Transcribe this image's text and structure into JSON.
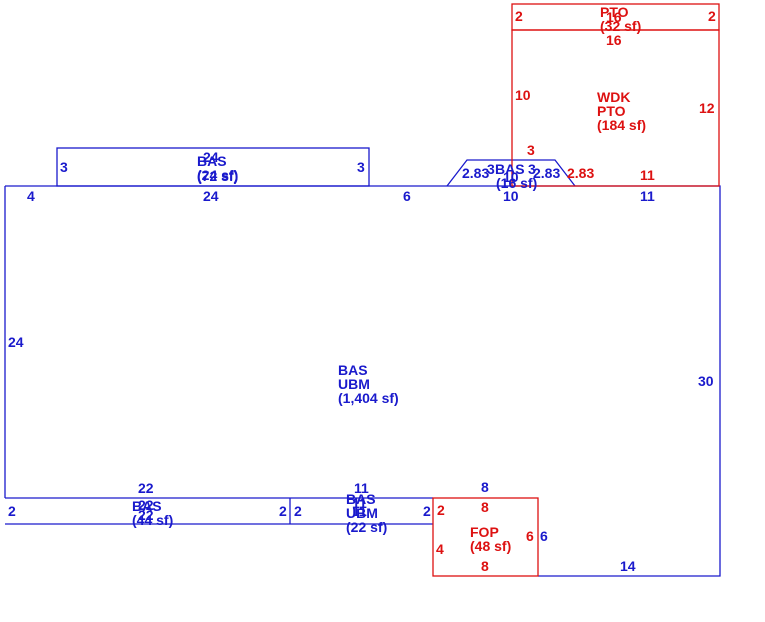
{
  "colors": {
    "living": "#1a1acc",
    "exterior": "#dd1111"
  },
  "areas": {
    "main": {
      "codes": [
        "BAS",
        "UBM"
      ],
      "area": "(1,404 sf)"
    },
    "top_bay": {
      "codes": [
        "BAS"
      ],
      "area": "(72 sf)",
      "overlap_code": "24",
      "overlap_area": "(24 sf)"
    },
    "trap_bay": {
      "codes": [
        "BAS"
      ],
      "area": "(16 sf)",
      "overlap_a": "3",
      "overlap_b": "3",
      "overlap_c": "10"
    },
    "left_low": {
      "codes": [
        "BAS"
      ],
      "area": "(44 sf)",
      "overlap_a": "22",
      "overlap_b": "22"
    },
    "mid_low": {
      "codes": [
        "BAS",
        "UBM"
      ],
      "area": "(22 sf)",
      "overlap_a": "11",
      "overlap_b": "11"
    },
    "wdk": {
      "codes": [
        "WDK",
        "PTO"
      ],
      "area": "(184 sf)"
    },
    "pto_top": {
      "codes": [
        "PTO"
      ],
      "area": "(32 sf)",
      "overlap": "16"
    },
    "fop": {
      "codes": [
        "FOP"
      ],
      "area": "(48 sf)"
    }
  },
  "dims": {
    "main_left": "24",
    "main_right": "30",
    "main_bottom": "14",
    "main_top_left": "4",
    "main_top_mid": "6",
    "main_top_trap": "10",
    "main_top_right": "11",
    "main_top_bay": "24",
    "bay_left": "3",
    "bay_right": "3",
    "trap_left": "2.83",
    "trap_right": "2.83",
    "trap_right_red": "2.83",
    "wdk_left": "10",
    "wdk_right": "12",
    "wdk_bottom": "11",
    "wdk_top": "16",
    "wdk_inner": "3",
    "pto_left": "2",
    "pto_right": "2",
    "pto_bottom": "16",
    "ll_left": "2",
    "ll_right": "2",
    "ll_top": "22",
    "ml_left": "2",
    "ml_right": "2",
    "ml_top": "11",
    "fop_top_blue": "8",
    "fop_top": "8",
    "fop_left_red": "2",
    "fop_left": "4",
    "fop_right": "6",
    "fop_right_blue": "6",
    "fop_bottom": "8"
  }
}
